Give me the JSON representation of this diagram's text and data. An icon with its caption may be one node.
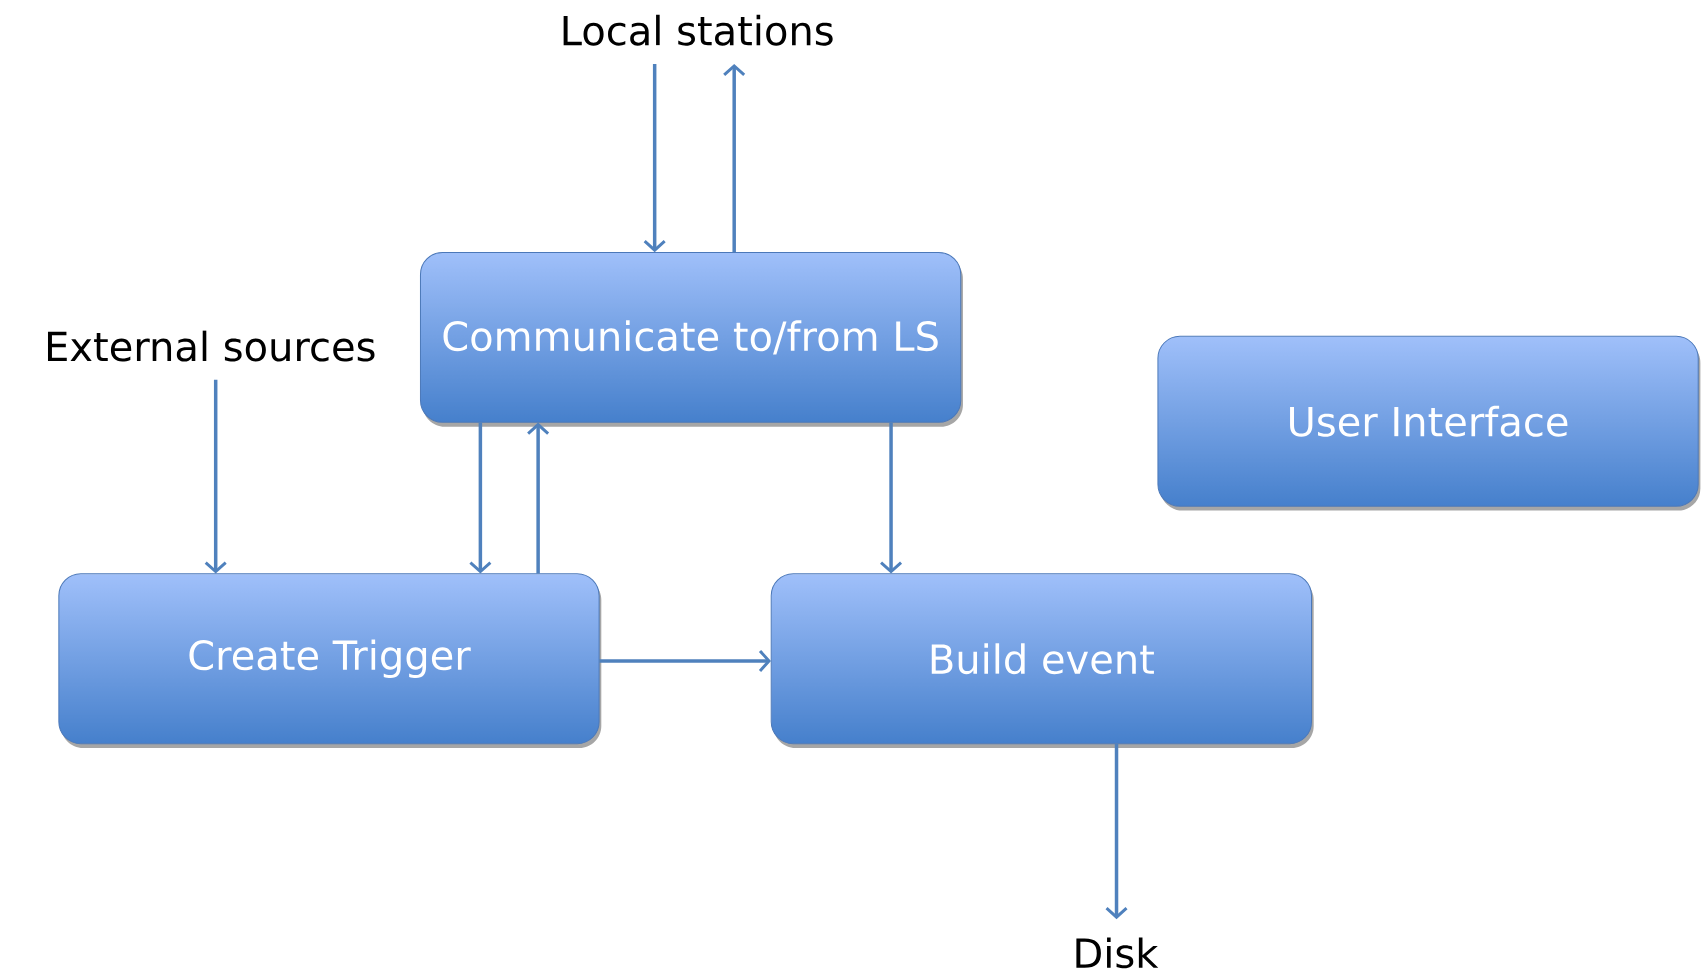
{
  "diagram": {
    "nodes": [
      {
        "text": [
          "Local stations"
        ]
      },
      {
        "text": [
          "Communicate to/from LS"
        ]
      },
      {
        "text": [
          "External sources"
        ]
      },
      {
        "text": [
          "User Interface"
        ]
      },
      {
        "text": [
          "Create Trigger"
        ]
      },
      {
        "text": [
          "Build event"
        ]
      },
      {
        "text": [
          "Disk"
        ]
      }
    ],
    "edges": [
      {
        "from": 0,
        "to": 1,
        "arrow": "to"
      },
      {
        "from": 1,
        "to": 0,
        "arrow": "to"
      },
      {
        "from": 2,
        "to": 4,
        "arrow": "to"
      },
      {
        "from": 1,
        "to": 4,
        "arrow": "to"
      },
      {
        "from": 4,
        "to": 1,
        "arrow": "to"
      },
      {
        "from": 1,
        "to": 5,
        "arrow": "to"
      },
      {
        "from": 4,
        "to": 5,
        "arrow": "to"
      },
      {
        "from": 5,
        "to": 6,
        "arrow": "to"
      }
    ]
  }
}
